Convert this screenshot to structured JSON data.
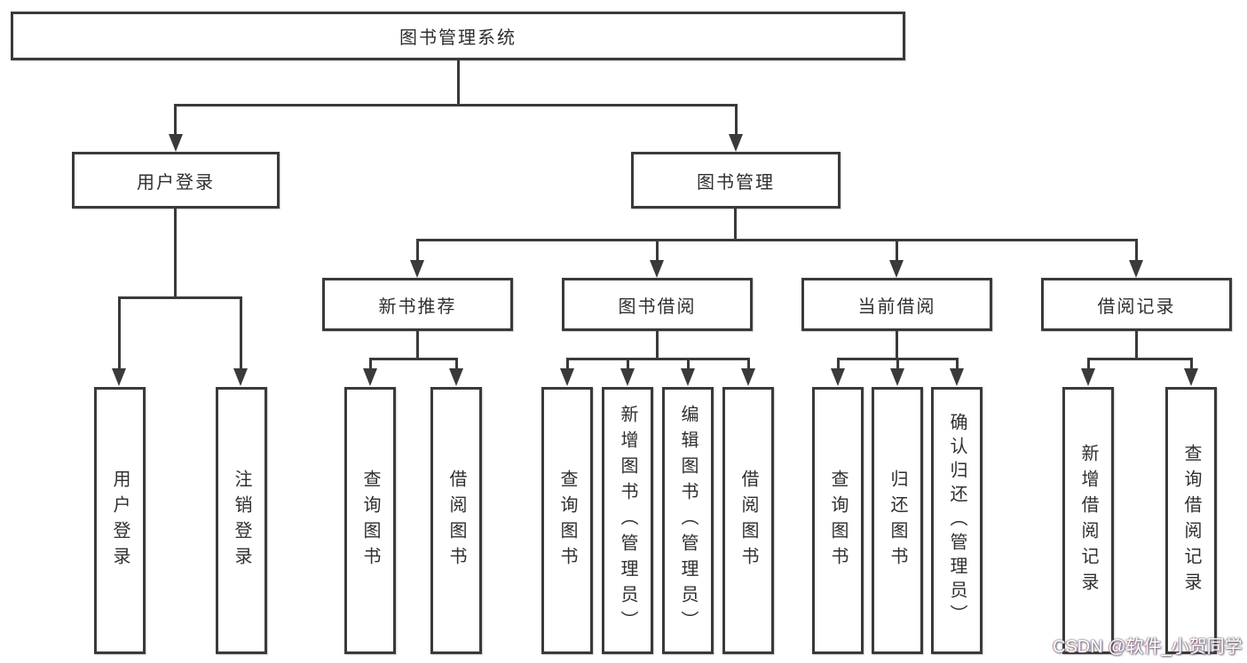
{
  "tree": {
    "root": {
      "label": "图书管理系统",
      "children": [
        {
          "label": "用户登录",
          "children": [
            {
              "label": "用户登录"
            },
            {
              "label": "注销登录"
            }
          ]
        },
        {
          "label": "图书管理",
          "children": [
            {
              "label": "新书推荐",
              "children": [
                {
                  "label": "查询图书"
                },
                {
                  "label": "借阅图书"
                }
              ]
            },
            {
              "label": "图书借阅",
              "children": [
                {
                  "label": "查询图书"
                },
                {
                  "label": "新增图书（管理员）"
                },
                {
                  "label": "编辑图书（管理员）"
                },
                {
                  "label": "借阅图书"
                }
              ]
            },
            {
              "label": "当前借阅",
              "children": [
                {
                  "label": "查询图书"
                },
                {
                  "label": "归还图书"
                },
                {
                  "label": "确认归还（管理员）"
                }
              ]
            },
            {
              "label": "借阅记录",
              "children": [
                {
                  "label": "新增借阅记录"
                },
                {
                  "label": "查询借阅记录"
                }
              ]
            }
          ]
        }
      ]
    }
  },
  "watermark": {
    "text": "CSDN @软件_小贺同学"
  },
  "colors": {
    "line": "#3a3a3a",
    "text": "#2f2f2f",
    "background": "#ffffff",
    "watermark_text": "#ffffff"
  }
}
